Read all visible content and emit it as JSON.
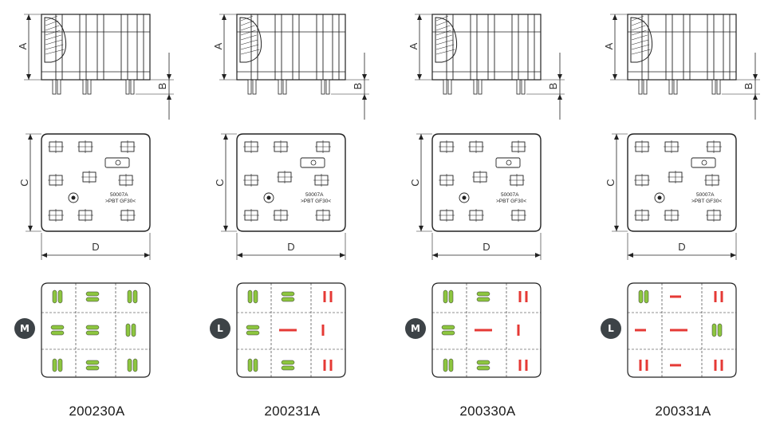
{
  "dimensions": {
    "a": "A",
    "b": "B",
    "c": "C",
    "d": "D"
  },
  "marking": {
    "line1": "50007A",
    "line2": ">PBT GF30<"
  },
  "variants": [
    {
      "part_number": "200230A",
      "badge": "M",
      "contact_pattern": "full-green"
    },
    {
      "part_number": "200231A",
      "badge": "L",
      "contact_pattern": "mixed-green-red"
    },
    {
      "part_number": "200330A",
      "badge": "M",
      "contact_pattern": "mixed-green-red"
    },
    {
      "part_number": "200331A",
      "badge": "L",
      "contact_pattern": "mostly-red"
    }
  ],
  "colors": {
    "contact_green": "#8dc63f",
    "contact_red": "#e53935",
    "badge": "#3d4347",
    "line": "#222222"
  }
}
